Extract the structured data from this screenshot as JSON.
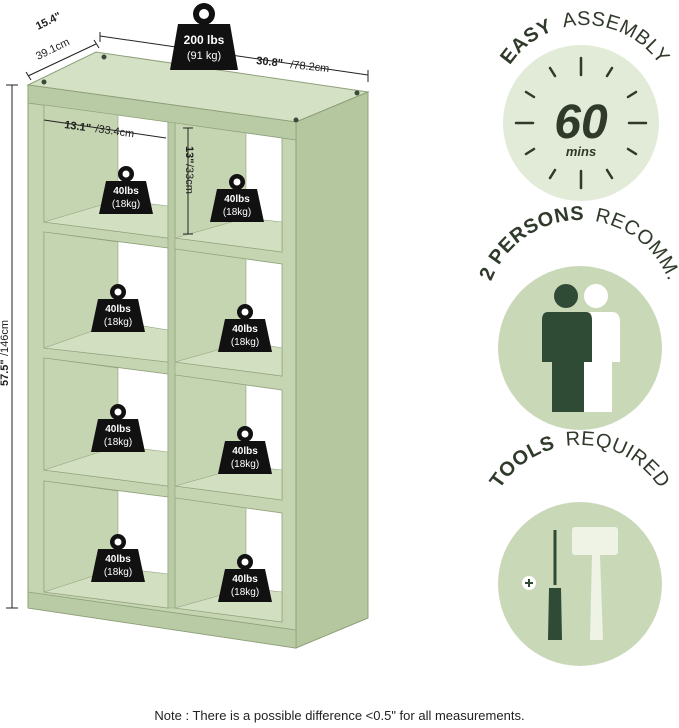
{
  "dimensions": {
    "depth_in": "15.4\"",
    "depth_cm": "39.1cm",
    "width_in": "30.8\"",
    "width_cm": "/78.2cm",
    "height_in": "57.5\"",
    "height_cm": "/146cm",
    "cube_width_in": "13.1\"",
    "cube_width_cm": "/33.4cm",
    "cube_height_in": "13\"",
    "cube_height_cm": "/33cm"
  },
  "top_weight": {
    "lbs": "200 lbs",
    "kg": "(91 kg)"
  },
  "cube_weight": {
    "lbs": "40lbs",
    "kg": "(18kg)"
  },
  "badges": {
    "assembly": {
      "bold": "EASY",
      "rest": "ASSEMBLY",
      "number": "60",
      "unit": "mins"
    },
    "persons": {
      "bold": "2 PERSONS",
      "rest": "RECOMM."
    },
    "tools": {
      "bold": "TOOLS",
      "rest": "REQUIRED"
    }
  },
  "note": "Note : There is a possible difference <0.5\" for all measurements.",
  "colors": {
    "shelf_face": "#c5d5b1",
    "shelf_edge": "#a9bd92",
    "shelf_dark": "#6f7d62",
    "badge_bg": "#c9d8b6",
    "badge_bg_light": "#e2ebd7",
    "dark_green": "#2f4a35",
    "weight_black": "#111111"
  },
  "icons": [
    "weight-icon",
    "clock-icon",
    "persons-icon",
    "screwdriver-icon",
    "hammer-icon"
  ]
}
